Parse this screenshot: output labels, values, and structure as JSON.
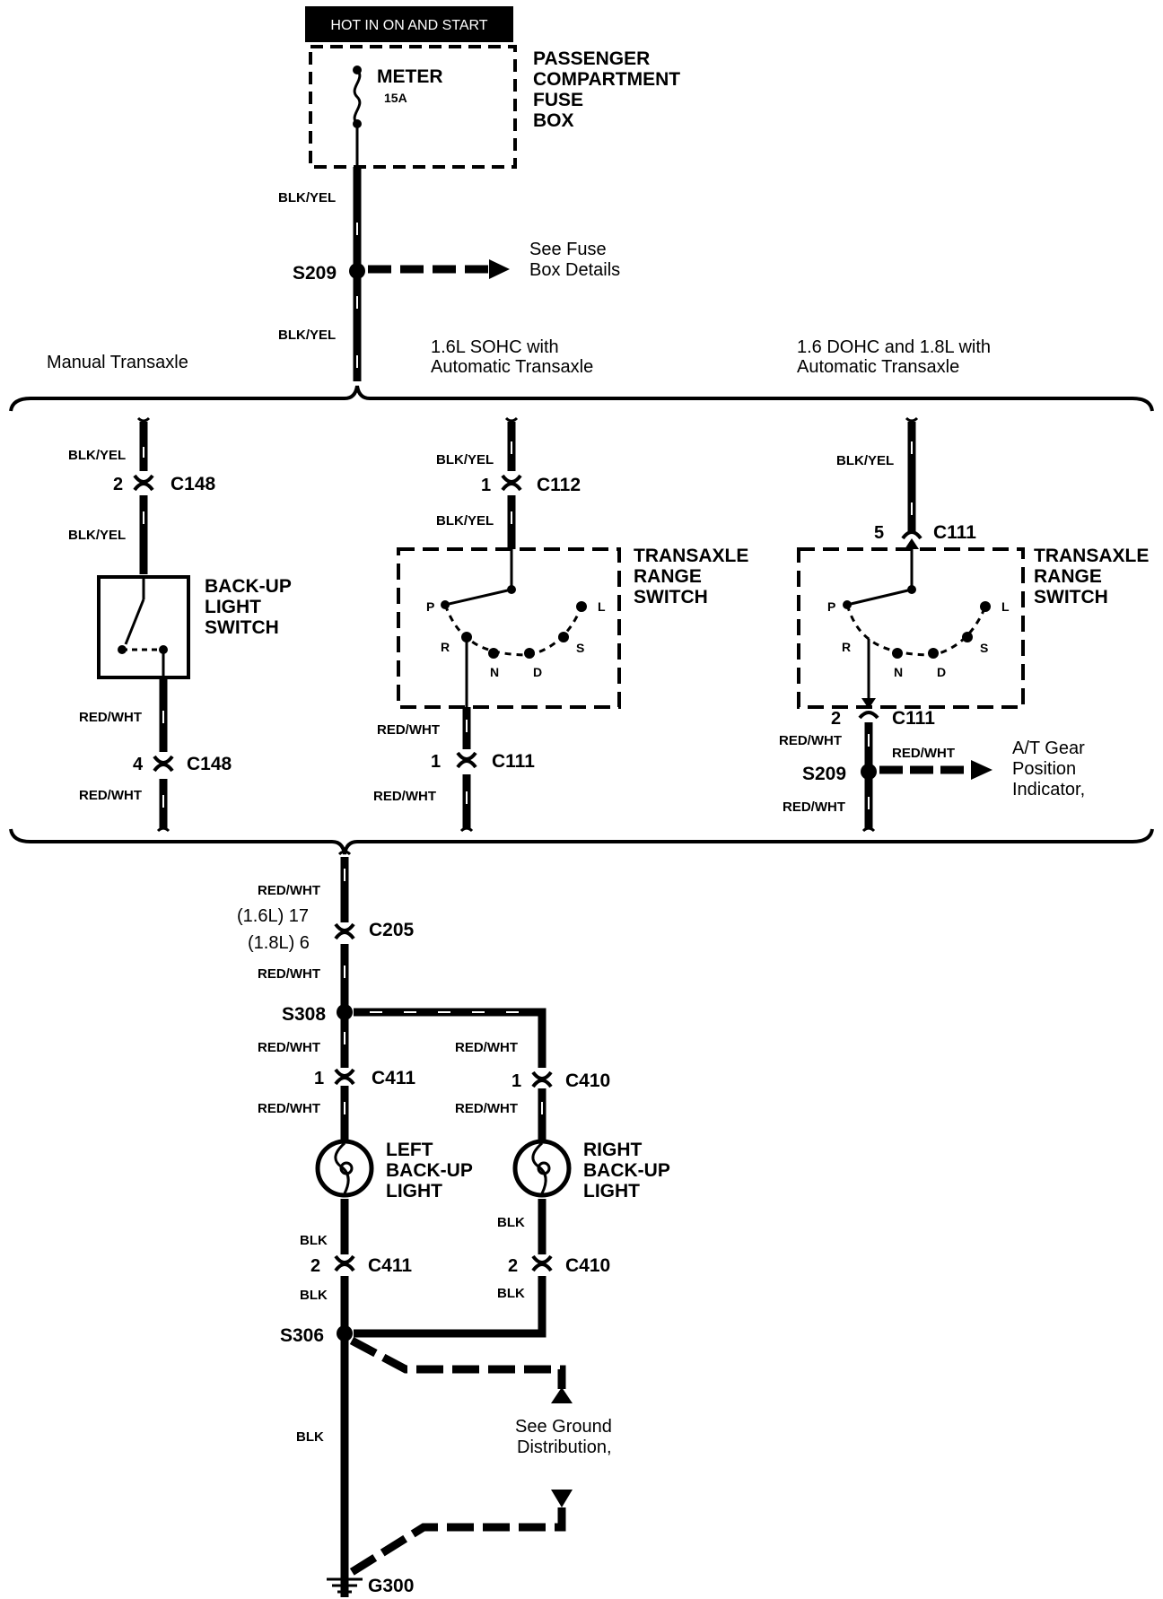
{
  "header": {
    "hot_label": "HOT IN ON AND START"
  },
  "fuse_box": {
    "fuse_name": "METER",
    "fuse_rating": "15A",
    "box_label": [
      "PASSENGER",
      "COMPARTMENT",
      "FUSE",
      "BOX"
    ]
  },
  "wires": {
    "blk_yel": "BLK/YEL",
    "red_wht": "RED/WHT",
    "blk": "BLK"
  },
  "splices": {
    "s209": "S209",
    "s308": "S308",
    "s306": "S306"
  },
  "refs": {
    "fuse_details": [
      "See Fuse",
      "Box Details"
    ],
    "at_gear": [
      "A/T Gear",
      "Position",
      "Indicator,"
    ],
    "ground_dist": [
      "See Ground",
      "Distribution,"
    ]
  },
  "variants": {
    "manual": "Manual Transaxle",
    "sohc": [
      "1.6L SOHC with",
      "Automatic Transaxle"
    ],
    "dohc": [
      "1.6 DOHC  and  1.8L with",
      "Automatic Transaxle"
    ]
  },
  "connectors": {
    "c148": "C148",
    "c112": "C112",
    "c111": "C111",
    "c205": "C205",
    "c411": "C411",
    "c410": "C410"
  },
  "pins": {
    "p1": "1",
    "p2": "2",
    "p4": "4",
    "p5": "5",
    "c205_16": "(1.6L) 17",
    "c205_18": "(1.8L) 6"
  },
  "components": {
    "backup_switch": [
      "BACK-UP",
      "LIGHT",
      "SWITCH"
    ],
    "range_switch": [
      "TRANSAXLE",
      "RANGE",
      "SWITCH"
    ],
    "left_light": [
      "LEFT",
      "BACK-UP",
      "LIGHT"
    ],
    "right_light": [
      "RIGHT",
      "BACK-UP",
      "LIGHT"
    ]
  },
  "gear_positions": {
    "p": "P",
    "r": "R",
    "n": "N",
    "d": "D",
    "s": "S",
    "l": "L"
  },
  "ground": {
    "g300": "G300"
  }
}
